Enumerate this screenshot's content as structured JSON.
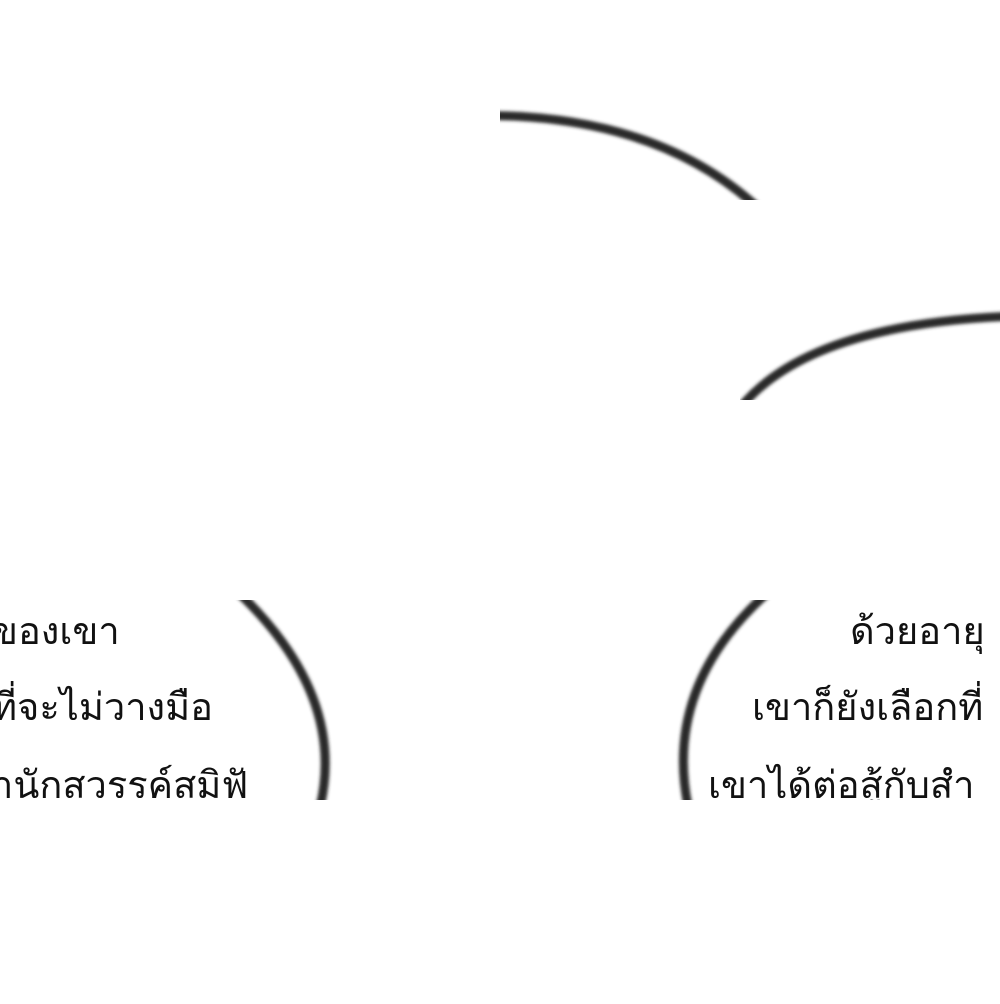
{
  "panel_left": {
    "lines": [
      "ุของเขา",
      "ที่จะไม่วางมือ",
      "านักสวรรค์สมิฟั"
    ]
  },
  "panel_right": {
    "lines": [
      "ด้วยอายุ",
      "เขาก็ยังเลือกที่",
      "เขาได้ต่อสู้กับสำ"
    ]
  },
  "colors": {
    "background": "#ffffff",
    "bubble_outline": "#2b2b2b",
    "text": "#111111"
  }
}
